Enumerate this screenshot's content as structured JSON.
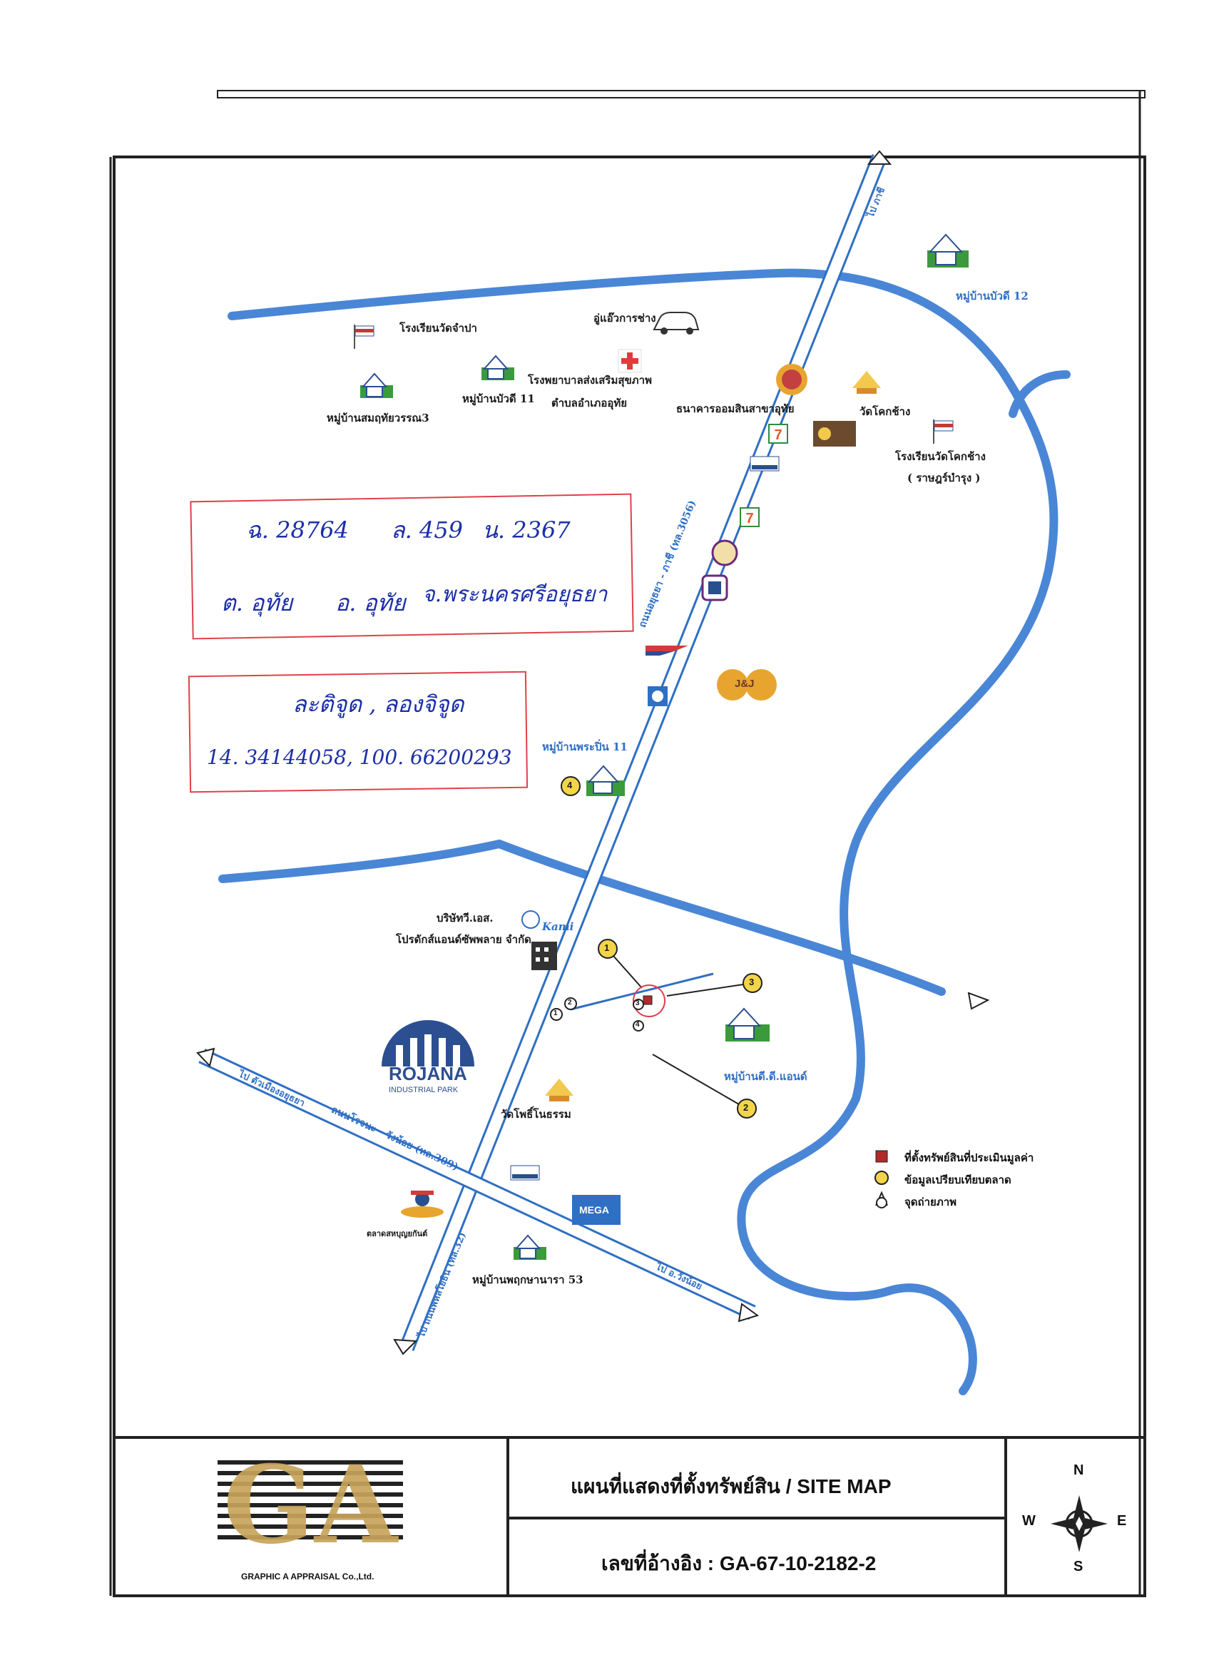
{
  "map": {
    "colors": {
      "river": "#4a86d6",
      "road": "#2f6fc4",
      "frame": "#222222",
      "box": "#e0404a",
      "handwriting": "#1b2fa8",
      "marker": "#f3d54a"
    },
    "labels": {
      "school_champa": "โรงเรียนวัดจำปา",
      "garage": "อู่แอ๊วการช่าง",
      "hospital": "โรงพยาบาลส่งเสริมสุขภาพ",
      "hospital_sub": "ตำบลอำเภออุทัย",
      "village_somjai": "หมู่บ้านสมฤทัยวรรณ3",
      "village_buadee11": "หมู่บ้านบัวดี 11",
      "gsb_bank": "ธนาคารออมสินสาขาอุทัย",
      "wat_khok_chang": "วัดโคกช้าง",
      "village_buadee12": "หมู่บ้านบัวดี 12",
      "school_khok_chang": "โรงเรียนวัดโคกช้าง",
      "school_khok_chang_sub": "( ราษฎร์บำรุง )",
      "village_praping": "หมู่บ้านพระปิ่น 11",
      "company_1": "บริษัทวี.เอส.",
      "company_2": "โปรดักส์แอนด์ซัพพลาย จำกัด",
      "village_ddland": "หมู่บ้านดี.ดี.แอนด์",
      "wat_pho": "วัดโพธิ์โนธรรม",
      "market": "ตลาดสหบุญยกันต์",
      "village_pruksa": "หมู่บ้านพฤกษานารา 53",
      "mega": "MEGA",
      "kami": "Kami",
      "jj": "J&J",
      "road_main": "ถนนอยุธยา - ภาชี (ทล.3056)",
      "road_rojana": "ถนนโรจนะ - วังน้อย (ทล.309)",
      "to_top": "ไป ภาชี",
      "to_ayutthaya": "ไป ตัวเมืองอยุธยา",
      "to_wangnoi": "ไป อ.วังน้อย",
      "to_bottom": "ไป ถนนพหลโยธิน (ทล.32)"
    },
    "handwritten": {
      "line1_a": "ฉ. 28764",
      "line1_b": "ล. 459",
      "line1_c": "น. 2367",
      "line2_a": "ต. อุทัย",
      "line2_b": "อ. อุทัย",
      "line2_c": "จ.พระนครศรีอยุธยา",
      "coord_title": "ละติจูด , ลองจิจูด",
      "coord_value": "14. 34144058, 100. 66200293"
    },
    "rojana": {
      "name": "ROJANA",
      "sub": "INDUSTRIAL PARK"
    },
    "markers": [
      "1",
      "2",
      "3",
      "4"
    ],
    "photo_points": [
      "1",
      "2",
      "3",
      "4"
    ]
  },
  "legend": {
    "subject": "ที่ตั้งทรัพย์สินที่ประเมินมูลค่า",
    "comparables": "ข้อมูลเปรียบเทียบตลาด",
    "photo": "จุดถ่ายภาพ"
  },
  "title_block": {
    "company_logo": "GA",
    "company_name": "GRAPHIC A APPRAISAL Co.,Ltd.",
    "title": "แผนที่แสดงที่ตั้งทรัพย์สิน / SITE MAP",
    "reference": "เลขที่อ้างอิง : GA-67-10-2182-2"
  },
  "compass": {
    "n": "N",
    "s": "S",
    "e": "E",
    "w": "W"
  }
}
